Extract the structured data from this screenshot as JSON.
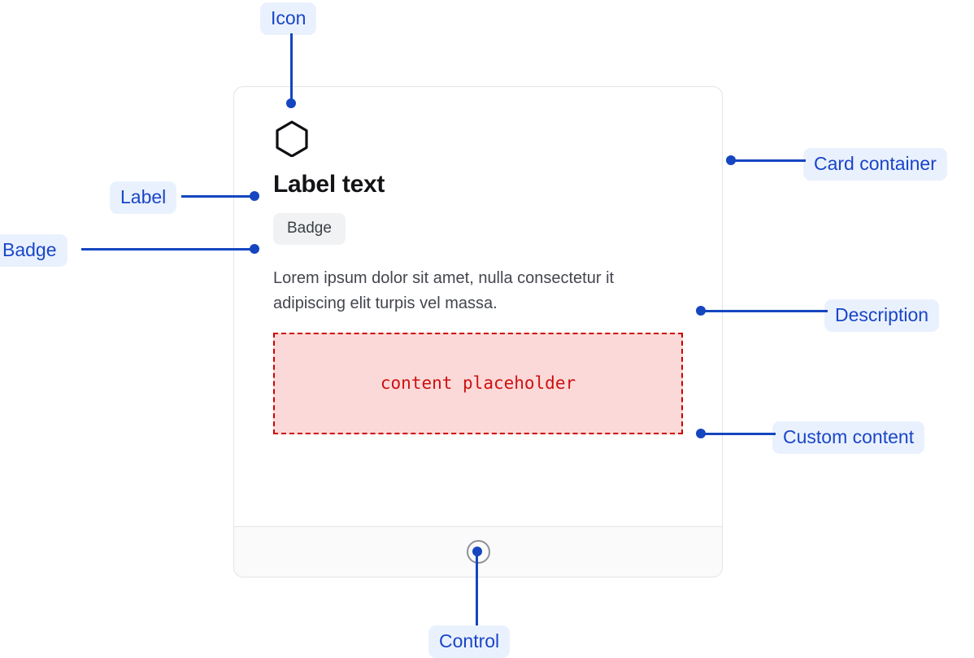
{
  "card": {
    "icon": "hexagon-icon",
    "title": "Label text",
    "badge": "Badge",
    "description": "Lorem ipsum dolor sit amet, nulla consectetur it adipiscing elit turpis vel massa.",
    "placeholder_text": "content placeholder",
    "footer_control": "radio-control"
  },
  "annotations": {
    "icon": "Icon",
    "label": "Label",
    "badge": "Badge",
    "card_container": "Card container",
    "description": "Description",
    "custom_content": "Custom content",
    "control": "Control"
  },
  "colors": {
    "annotation_blue": "#1546c0",
    "annotation_pill_bg": "#eaf1fe",
    "card_border": "#e3e4e8",
    "badge_bg": "#f1f2f4",
    "placeholder_bg": "#fcd9d9",
    "placeholder_border": "#cc0000",
    "placeholder_text": "#cc1111",
    "footer_bg": "#fafafa",
    "title_text": "#131416",
    "description_text": "#43464d"
  }
}
